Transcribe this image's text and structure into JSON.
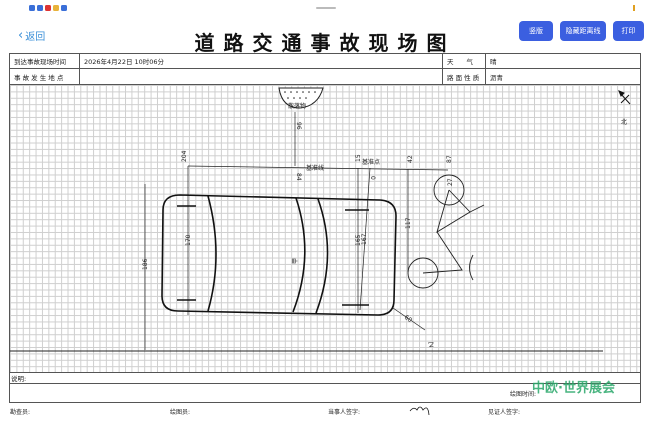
{
  "header": {
    "back_label": "返回",
    "title": "道路交通事故现场图",
    "buttons": [
      "竖版",
      "隐藏距离线",
      "打印"
    ]
  },
  "form": {
    "arrival_label": "到达事故现场时间",
    "arrival_value": "2026年4月22日 10时06分",
    "weather_label": "天　　气",
    "weather_value": "晴",
    "location_label": "事 故 发 生 地 点",
    "location_value": "",
    "road_label": "路 面 性 质",
    "road_value": "沥青",
    "note_label": "说明:",
    "draw_time_label": "绘图时间:"
  },
  "sketch": {
    "debris_label": "散落物",
    "baseline_label": "基准线",
    "basepoint_label": "基准点",
    "vehicle_label": "甲",
    "north_label": "北",
    "lane_label": "乙",
    "measurements": [
      "204",
      "96",
      "84",
      "15",
      "0",
      "42",
      "87",
      "27",
      "170",
      "186",
      "165",
      "167",
      "117",
      "60"
    ]
  },
  "signatures": {
    "surveyor": "勘查员:",
    "drafter": "绘图员:",
    "party": "当事人签字:",
    "witness": "见证人签字:"
  },
  "watermark": "中欧·世界展会",
  "colors": {
    "accent": "#3b5fe0",
    "link": "#3a8fd8"
  }
}
